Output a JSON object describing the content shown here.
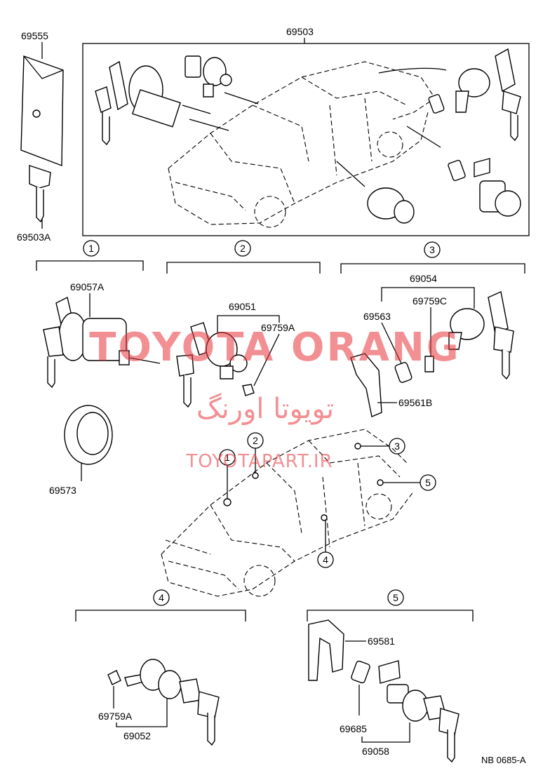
{
  "part_numbers": {
    "key_case": "69555",
    "lock_set": "69503",
    "master_key": "69503A",
    "ignition_cylinder": "69057A",
    "ring": "69573",
    "door_cylinder_front": "69051",
    "retainer_2": "69759A",
    "door_cylinder_set_3": "69054",
    "pad_3": "69563",
    "retainer_3": "69759C",
    "cover_3": "69561B",
    "retainer_4": "69759A",
    "door_cylinder_4": "69052",
    "cover_5": "69581",
    "pad_5": "69685",
    "back_door_cylinder": "69058"
  },
  "section_numbers": [
    "1",
    "2",
    "3",
    "4",
    "5"
  ],
  "footer_code": "NB  0685-A",
  "watermark": {
    "brand_latin": "TOYOTA ORANG",
    "brand_farsi": "تویوتا اورنگ",
    "website": "TOYOTAPART.IR"
  },
  "colors": {
    "line": "#000000",
    "watermark": "#e8353c"
  }
}
